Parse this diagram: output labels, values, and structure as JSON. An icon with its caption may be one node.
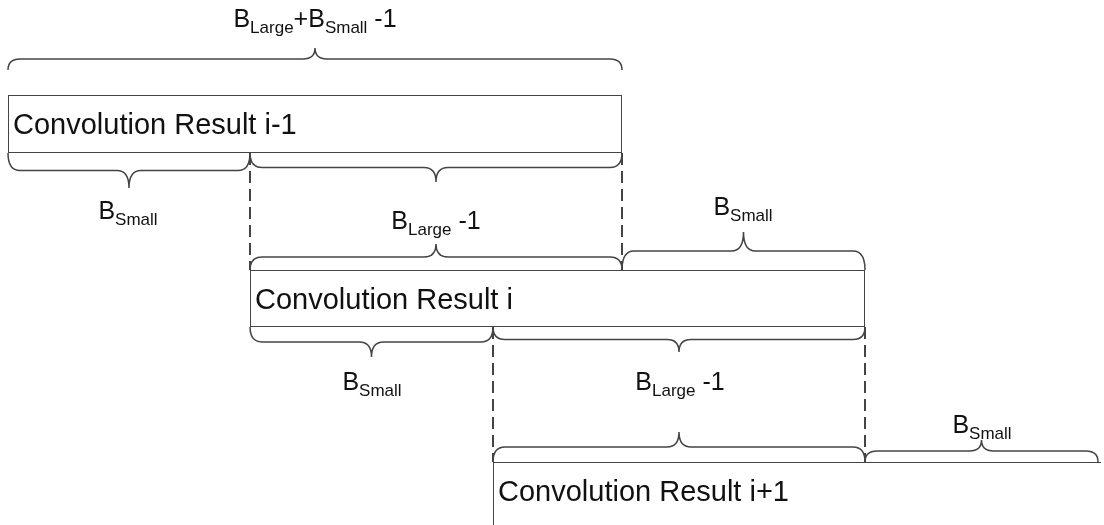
{
  "diagram": {
    "nodes": [
      {
        "text": [
          "Convolution Result i-1"
        ]
      },
      {
        "text": [
          "Convolution Result i"
        ]
      },
      {
        "text": [
          "Convolution Result i+1"
        ]
      }
    ],
    "labels": [
      "B$_{Large}$+B$_{Small}$ -1",
      "B$_{Small}$",
      "B$_{Large}$ -1",
      "B$_{Small}$",
      "B$_{Small}$",
      "B$_{Large}$ -1",
      "B$_{Small}$"
    ]
  }
}
